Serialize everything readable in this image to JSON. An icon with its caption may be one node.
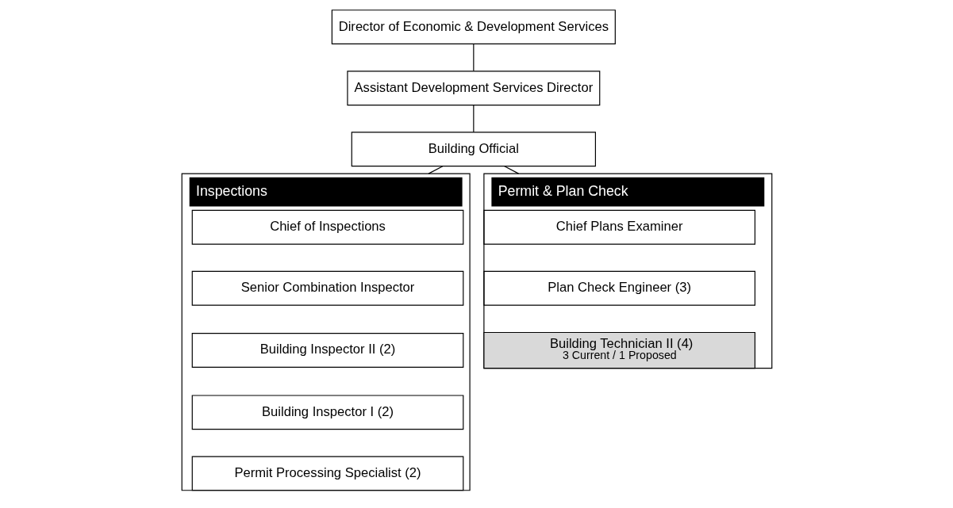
{
  "diagram": {
    "nodes": [
      {
        "text": [
          "Director of Economic & Development Services"
        ]
      },
      {
        "text": [
          "Assistant Development Services Director"
        ]
      },
      {
        "text": [
          "Building Official"
        ]
      },
      {
        "text": [
          "Inspections"
        ]
      },
      {
        "text": [
          "Chief of Inspections"
        ],
        "in": 3
      },
      {
        "text": [
          "Senior Combination Inspector"
        ],
        "in": 3
      },
      {
        "text": [
          "Building Inspector II (2)"
        ],
        "in": 3
      },
      {
        "text": [
          "Building Inspector I (2)"
        ],
        "in": 3
      },
      {
        "text": [
          "Permit Processing Specialist (2)"
        ],
        "in": 3
      },
      {
        "text": [
          "Permit & Plan Check"
        ]
      },
      {
        "text": [
          "Chief Plans Examiner"
        ],
        "in": 9
      },
      {
        "text": [
          "Plan Check Engineer (3)"
        ],
        "in": 9
      },
      {
        "text": [
          "Building Technician II (4)",
          "3 Current / 1 Proposed"
        ],
        "in": 9
      }
    ],
    "edges": [
      {
        "from": 0,
        "to": 1,
        "arrow": "none"
      },
      {
        "from": 1,
        "to": 2,
        "arrow": "none"
      },
      {
        "from": 2,
        "to": 3,
        "arrow": "none"
      },
      {
        "from": 2,
        "to": 9,
        "arrow": "none"
      }
    ]
  }
}
